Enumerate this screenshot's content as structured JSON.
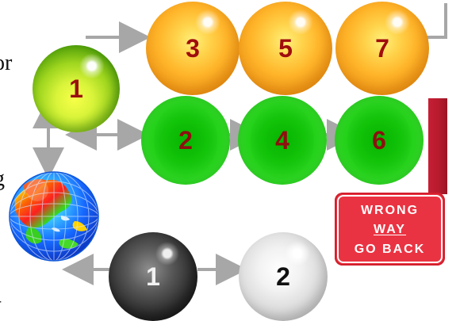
{
  "edge_text": {
    "left_top": "or",
    "left_middle": "g",
    "left_bottom": "-"
  },
  "top_row": {
    "balls": [
      "3",
      "5",
      "7"
    ]
  },
  "middle_row": {
    "start_ball": "1",
    "balls": [
      "2",
      "4",
      "6"
    ]
  },
  "bottom_row": {
    "balls": [
      "1",
      "2"
    ]
  },
  "sign": {
    "line1": "WRONG",
    "line2": "WAY",
    "line3": "GO BACK"
  },
  "colors": {
    "orange": "#ffb52a",
    "green": "#14cc0b",
    "big_green": "#9ed51e",
    "dark": "#2d2d2d",
    "light": "#d8d8d8",
    "number_red": "#9f0d0d",
    "arrow_gray": "#a7a7a7",
    "sign_red": "#ea3342",
    "post_red": "#b71b2d"
  }
}
